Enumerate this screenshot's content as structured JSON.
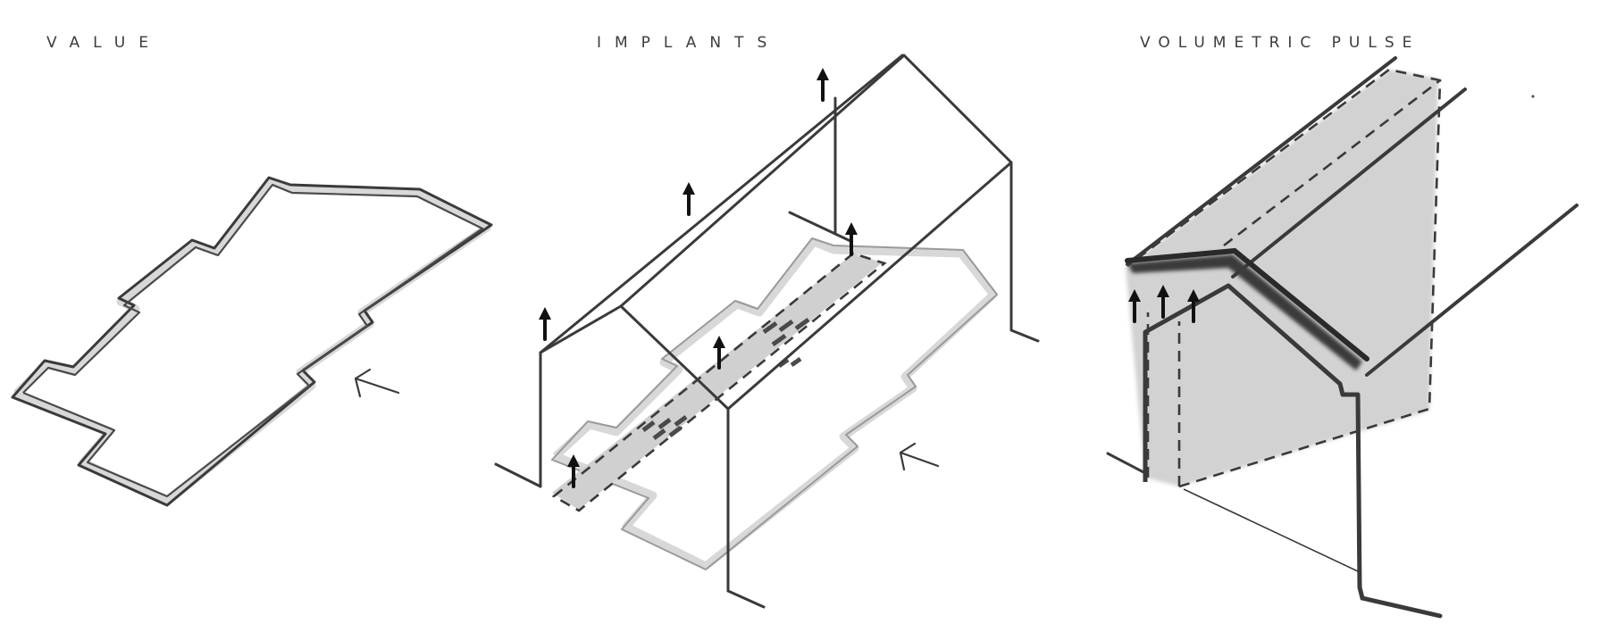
{
  "panels": [
    {
      "title": "VALUE"
    },
    {
      "title": "IMPLANTS"
    },
    {
      "title": "VOLUMETRIC PULSE"
    }
  ],
  "colors": {
    "ink": "#3a3a3a",
    "fill": "#d2d2d2",
    "halo": "#d8d8d8",
    "background": "#ffffff"
  },
  "icons": [
    "up-arrow-icon",
    "pointer-arrow-icon"
  ]
}
